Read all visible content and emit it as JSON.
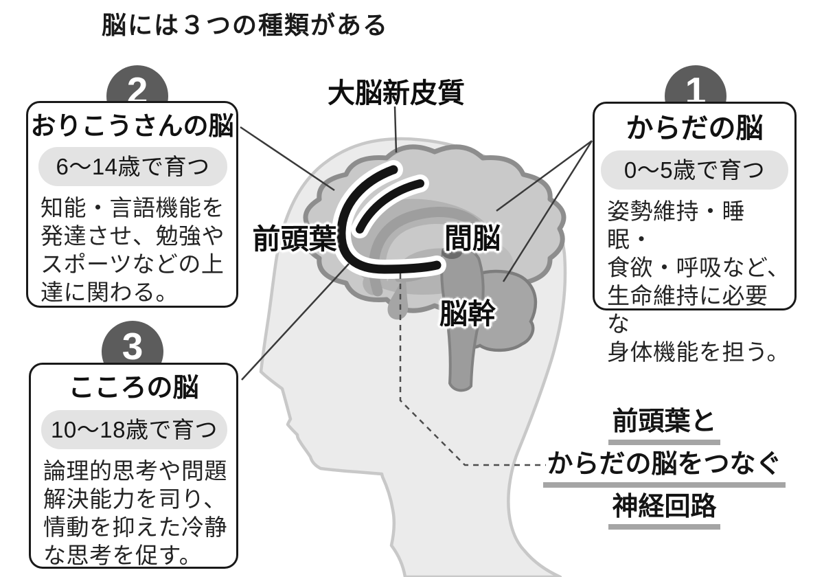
{
  "title": "脳には３つの種類がある",
  "boxes": {
    "body": {
      "number": "1",
      "name": "からだの脳",
      "age": "0～5歳で育つ",
      "lines": [
        "姿勢維持・睡眠・",
        "食欲・呼吸など、",
        "生命維持に必要な",
        "身体機能を担う。"
      ]
    },
    "smart": {
      "number": "2",
      "name": "おりこうさんの脳",
      "age": "6～14歳で育つ",
      "lines": [
        "知能・言語機能を",
        "発達させ、勉強や",
        "スポーツなどの上",
        "達に関わる。"
      ]
    },
    "heart": {
      "number": "3",
      "name": "こころの脳",
      "age": "10～18歳で育つ",
      "lines": [
        "論理的思考や問題",
        "解決能力を司り、",
        "情動を抑えた冷静",
        "な思考を促す。"
      ]
    }
  },
  "brain_labels": {
    "neocortex": "大脳新皮質",
    "frontal_lobe": "前頭葉",
    "diencephalon": "間脳",
    "brainstem": "脳幹"
  },
  "note": {
    "lines": [
      "前頭葉と",
      "からだの脳をつなぐ",
      "神経回路"
    ]
  },
  "colors": {
    "head_fill": "#ebebeb",
    "cerebrum_fill": "#c9c9c9",
    "cerebrum_outline": "#8d8d8d",
    "badge_fill": "#5c5c5c",
    "pill_fill": "#e3e3e3",
    "underline": "#a5a5a5",
    "circuit_arc": "#141414"
  }
}
